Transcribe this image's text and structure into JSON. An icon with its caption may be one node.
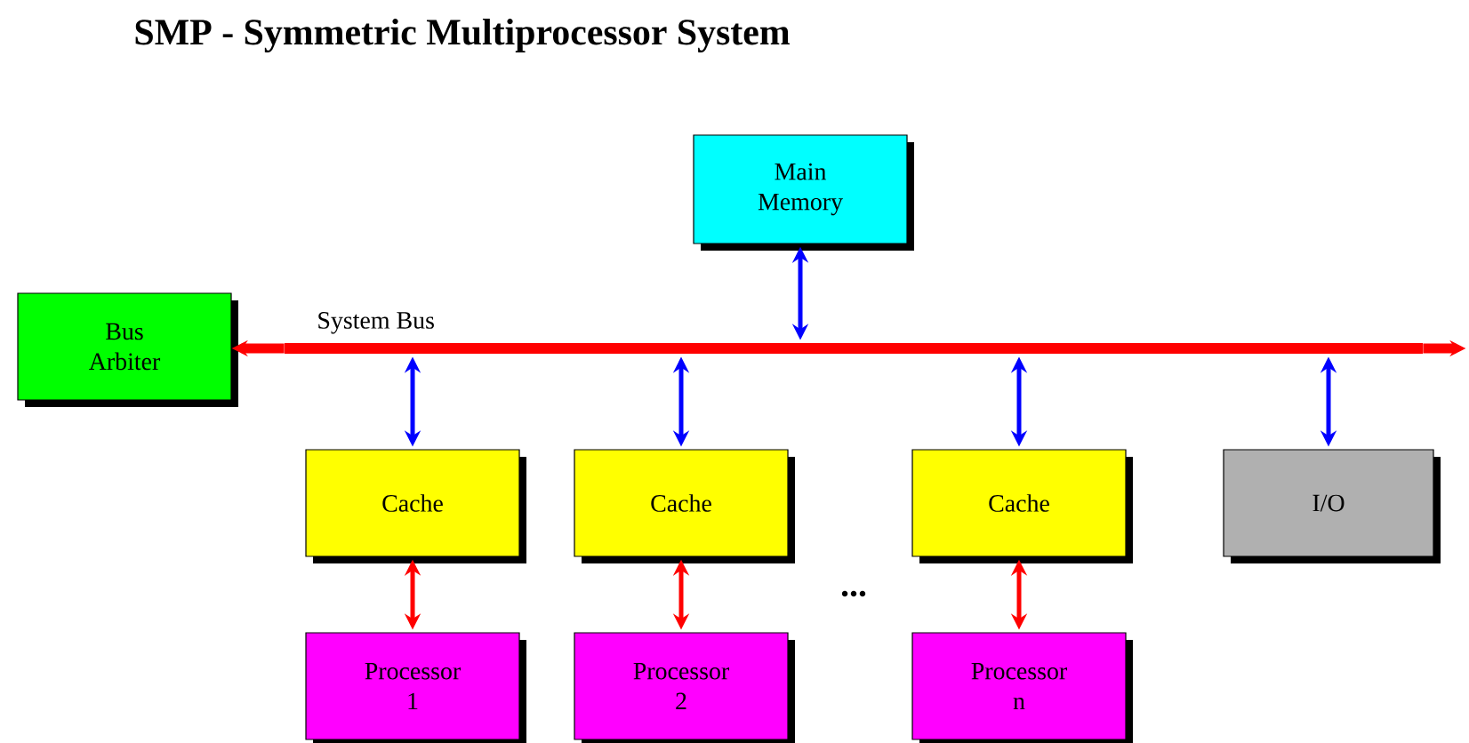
{
  "diagram": {
    "title": "SMP - Symmetric Multiprocessor System",
    "nodes": [
      {
        "text": [
          "Main Memory"
        ]
      },
      {
        "text": [
          "Bus Arbiter"
        ]
      },
      {
        "text": [
          "System Bus"
        ]
      },
      {
        "text": [
          "Cache"
        ]
      },
      {
        "text": [
          "Cache"
        ]
      },
      {
        "text": [
          "Cache"
        ]
      },
      {
        "text": [
          "I/O"
        ]
      },
      {
        "text": [
          "Processor 1"
        ]
      },
      {
        "text": [
          "Processor 2"
        ]
      },
      {
        "text": [
          "Processor n"
        ]
      }
    ],
    "edges": [
      {
        "from": 2,
        "to": 1,
        "arrow": "to",
        "style": "thick",
        "color": "#ff0000"
      },
      {
        "from": 2,
        "to": null,
        "arrow": "to",
        "style": "thick",
        "color": "#ff0000"
      },
      {
        "from": 0,
        "to": 2,
        "arrow": "both",
        "color": "#0000ff"
      },
      {
        "from": 3,
        "to": 2,
        "arrow": "both",
        "color": "#0000ff"
      },
      {
        "from": 4,
        "to": 2,
        "arrow": "both",
        "color": "#0000ff"
      },
      {
        "from": 5,
        "to": 2,
        "arrow": "both",
        "color": "#0000ff"
      },
      {
        "from": 6,
        "to": 2,
        "arrow": "both",
        "color": "#0000ff"
      },
      {
        "from": 3,
        "to": 7,
        "arrow": "both",
        "color": "#ff0000"
      },
      {
        "from": 4,
        "to": 8,
        "arrow": "both",
        "color": "#ff0000"
      },
      {
        "from": 5,
        "to": 9,
        "arrow": "both",
        "color": "#ff0000"
      }
    ],
    "labels": [
      "..."
    ]
  }
}
